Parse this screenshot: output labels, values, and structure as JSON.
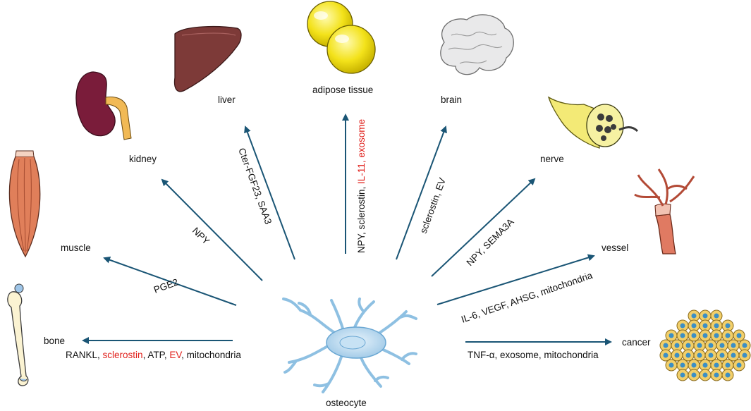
{
  "center": {
    "label": "osteocyte",
    "icon": "osteocyte-cell-icon"
  },
  "colors": {
    "arrow": "#1a5575",
    "highlight": "#e0201b",
    "text": "#111111"
  },
  "targets": [
    {
      "id": "bone",
      "label": "bone",
      "icon": "bone-icon",
      "signals": [
        {
          "text": "RANKL, ",
          "highlight": false
        },
        {
          "text": "sclerostin",
          "highlight": true
        },
        {
          "text": ", ATP, ",
          "highlight": false
        },
        {
          "text": "EV",
          "highlight": true
        },
        {
          "text": ", mitochondria",
          "highlight": false
        }
      ]
    },
    {
      "id": "muscle",
      "label": "muscle",
      "icon": "muscle-icon",
      "signals": [
        {
          "text": "PGE2",
          "highlight": false
        }
      ]
    },
    {
      "id": "kidney",
      "label": "kidney",
      "icon": "kidney-icon",
      "signals": [
        {
          "text": "NPY",
          "highlight": false
        }
      ]
    },
    {
      "id": "liver",
      "label": "liver",
      "icon": "liver-icon",
      "signals": [
        {
          "text": "Cter-FGF23, SAA3",
          "highlight": false
        }
      ]
    },
    {
      "id": "adipose",
      "label": "adipose tissue",
      "icon": "adipose-tissue-icon",
      "signals": [
        {
          "text": "NPY, sclerostin, ",
          "highlight": false
        },
        {
          "text": "IL-11, exosome",
          "highlight": true
        }
      ]
    },
    {
      "id": "brain",
      "label": "brain",
      "icon": "brain-icon",
      "signals": [
        {
          "text": "sclerostin, EV",
          "highlight": false
        }
      ]
    },
    {
      "id": "nerve",
      "label": "nerve",
      "icon": "nerve-icon",
      "signals": [
        {
          "text": "NPY, SEMA3A",
          "highlight": false
        }
      ]
    },
    {
      "id": "vessel",
      "label": "vessel",
      "icon": "vessel-icon",
      "signals": [
        {
          "text": "IL-6, VEGF, AHSG, mitochondria",
          "highlight": false
        }
      ]
    },
    {
      "id": "cancer",
      "label": "cancer",
      "icon": "cancer-cells-icon",
      "signals": [
        {
          "text": "TNF-α, exosome, mitochondria",
          "highlight": false
        }
      ]
    }
  ]
}
